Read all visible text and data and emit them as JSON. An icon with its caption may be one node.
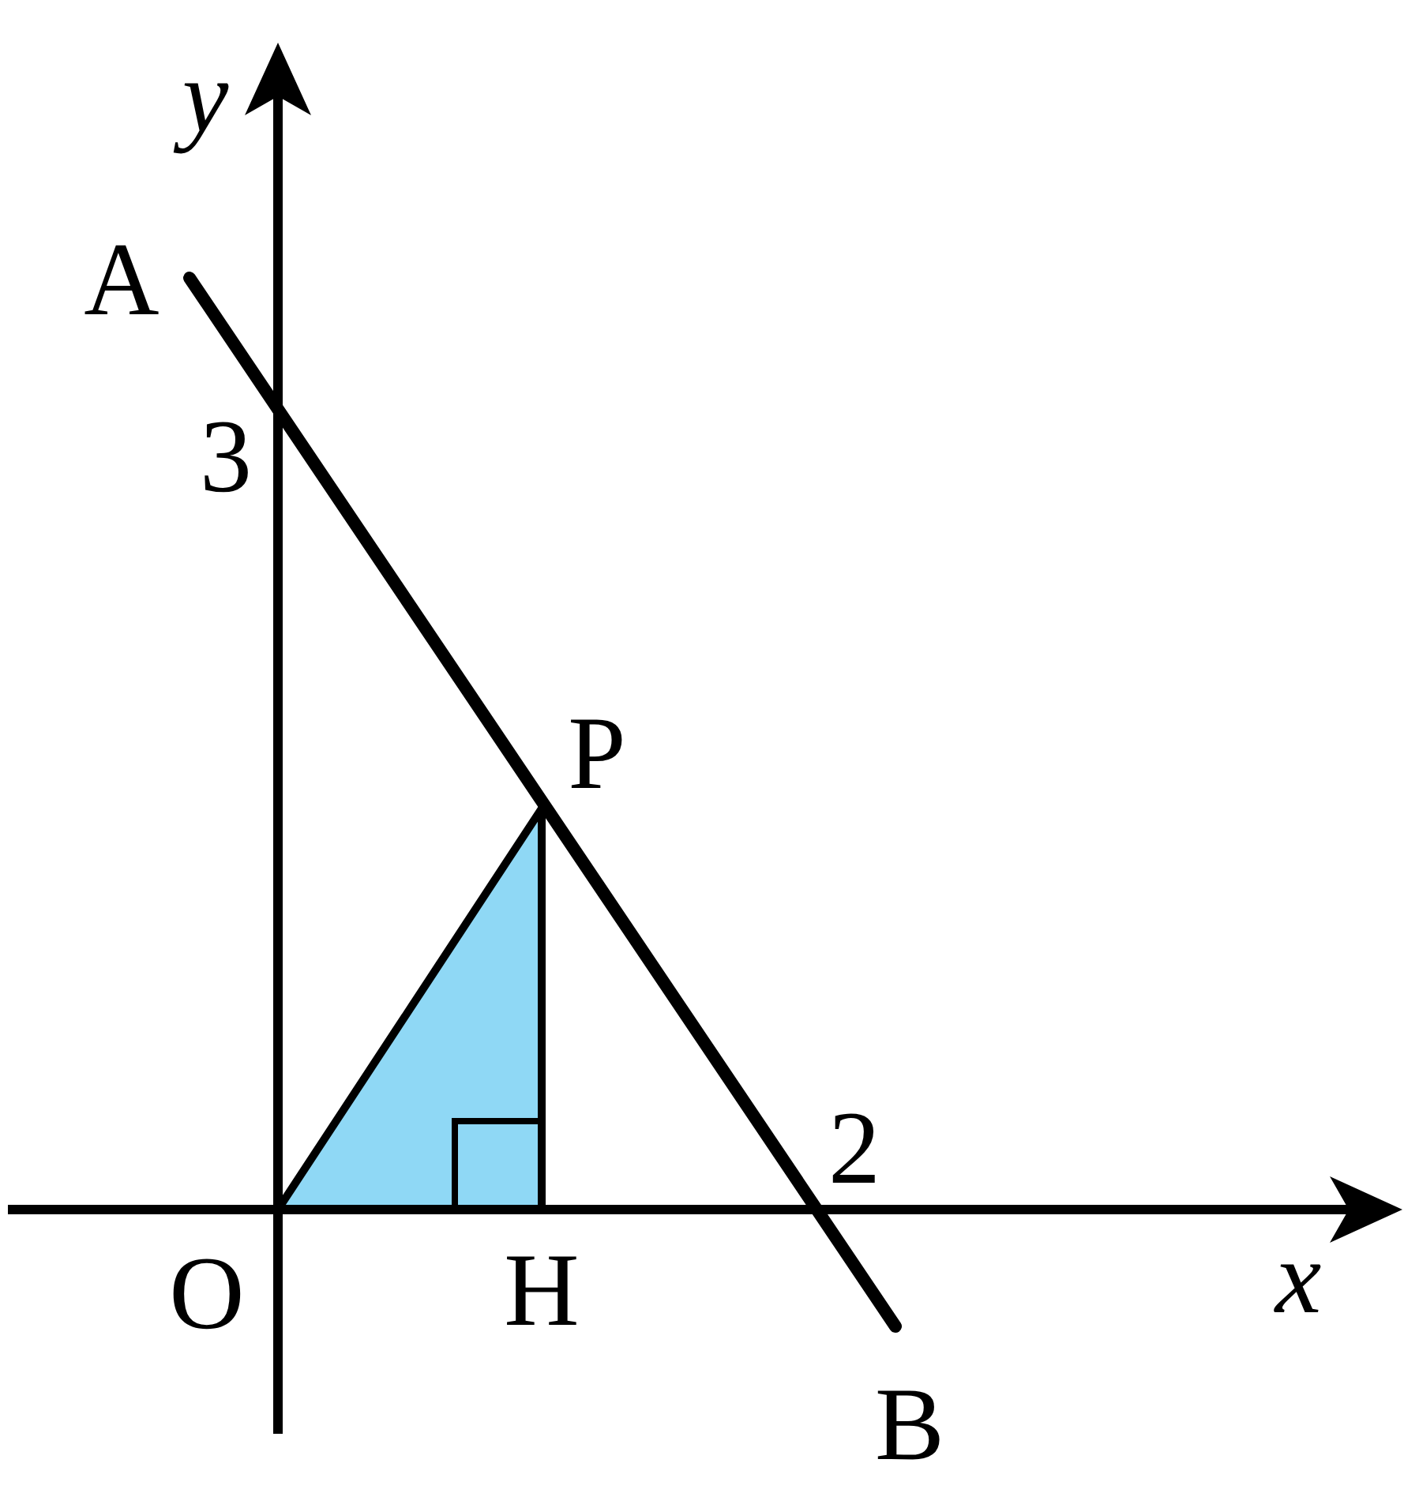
{
  "diagram": {
    "labels": [
      "y",
      "A",
      "3",
      "P",
      "2",
      "x",
      "O",
      "H",
      "B"
    ]
  }
}
